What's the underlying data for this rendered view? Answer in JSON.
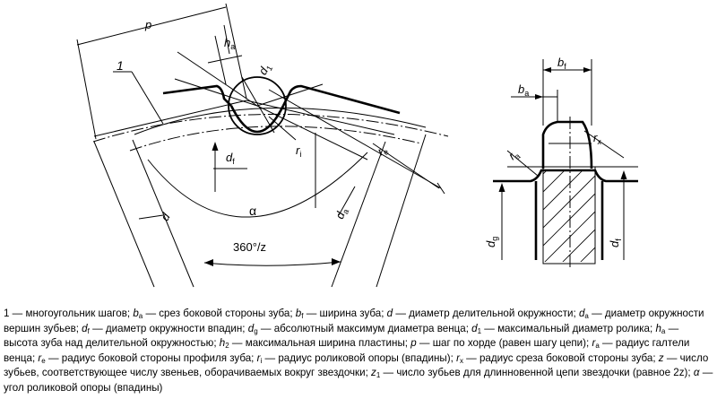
{
  "labels": {
    "p": "p",
    "h": "h",
    "h_sub": "a",
    "d1": "d",
    "d1_sub": "1",
    "one": "1",
    "ri": "r",
    "ri_sub": "i",
    "re": "r",
    "re_sub": "e",
    "df": "d",
    "df_sub": "f",
    "d": "d",
    "alpha": "α",
    "da": "d",
    "da_sub": "a",
    "angle": "360°/z",
    "bf": "b",
    "bf_sub": "f",
    "ba": "b",
    "ba_sub": "a",
    "rx": "r",
    "rx_sub": "x",
    "ra": "r",
    "ra_sub": "a",
    "dg": "d",
    "dg_sub": "g",
    "df2": "d",
    "df2_sub": "f"
  },
  "caption": {
    "p01": "1 — многоугольник шагов; ",
    "p02": "b",
    "p02s": "a",
    "p03": " — срез боковой стороны зуба; ",
    "p04": "b",
    "p04s": "f",
    "p05": " — ширина зуба; ",
    "p06": "d",
    "p07": " — диаметр делительной окружности; ",
    "p08": "d",
    "p08s": "a",
    "p09": " — диаметр окружности вершин зубьев; ",
    "p10": "d",
    "p10s": "f",
    "p11": " — диаметр окружности впадин; ",
    "p12": "d",
    "p12s": "g",
    "p13": " — абсолютный максимум диаметра венца; ",
    "p14": "d",
    "p14s": "1",
    "p15": " — максимальный диаметр ролика; ",
    "p16": "h",
    "p16s": "a",
    "p17": " — высота зуба над делительной окружностью; ",
    "p18": "h",
    "p18s": "2",
    "p19": " — максимальная ширина пластины; ",
    "p20": "p",
    "p21": " — шаг по хорде (равен шагу цепи); ",
    "p22": "r",
    "p22s": "a",
    "p23": " — радиус галтели венца; ",
    "p24": "r",
    "p24s": "e",
    "p25": " — радиус боковой стороны профиля зуба; ",
    "p26": "r",
    "p26s": "i",
    "p27": " — радиус роликовой опоры (впадины); ",
    "p28": "r",
    "p28s": "x",
    "p29": " — радиус среза боковой стороны зуба; ",
    "p30": "z",
    "p31": " — число зубьев, соответствующее числу звеньев, оборачиваемых вокруг звездочки; ",
    "p32": "z",
    "p32s": "1",
    "p33": " — число зубьев для длинновенной цепи звездочки (равное 2z); ",
    "p34": "α",
    "p35": " — угол роликовой опоры (впадины)"
  }
}
